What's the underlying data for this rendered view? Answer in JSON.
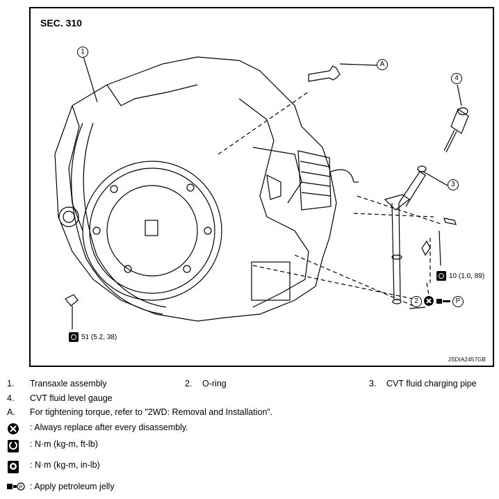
{
  "figure": {
    "section": "SEC. 310",
    "code": "JSDIA2457GB",
    "callouts": [
      "1",
      "2",
      "3",
      "4",
      "A"
    ],
    "torque_left": "51 (5.2, 38)",
    "torque_right": "10 (1.0, 89)",
    "symbol_p": "P"
  },
  "legend": {
    "items": [
      {
        "num": "1.",
        "text": "Transaxle assembly"
      },
      {
        "num": "2.",
        "text": "O-ring"
      },
      {
        "num": "3.",
        "text": "CVT fluid charging pipe"
      },
      {
        "num": "4.",
        "text": "CVT fluid level gauge"
      },
      {
        "num": "A.",
        "text": "For tightening torque, refer to \"2WD: Removal and Installation\"."
      }
    ],
    "symbols": [
      {
        "icon": "replace-x-icon",
        "text": ": Always replace after every disassembly."
      },
      {
        "icon": "torque-wrench-ftlb-icon",
        "text": ": N·m (kg-m, ft-lb)"
      },
      {
        "icon": "torque-wrench-inlb-icon",
        "text": ": N·m (kg-m, in-lb)"
      },
      {
        "icon": "petroleum-jelly-icon",
        "text": ": Apply petroleum jelly"
      }
    ]
  }
}
